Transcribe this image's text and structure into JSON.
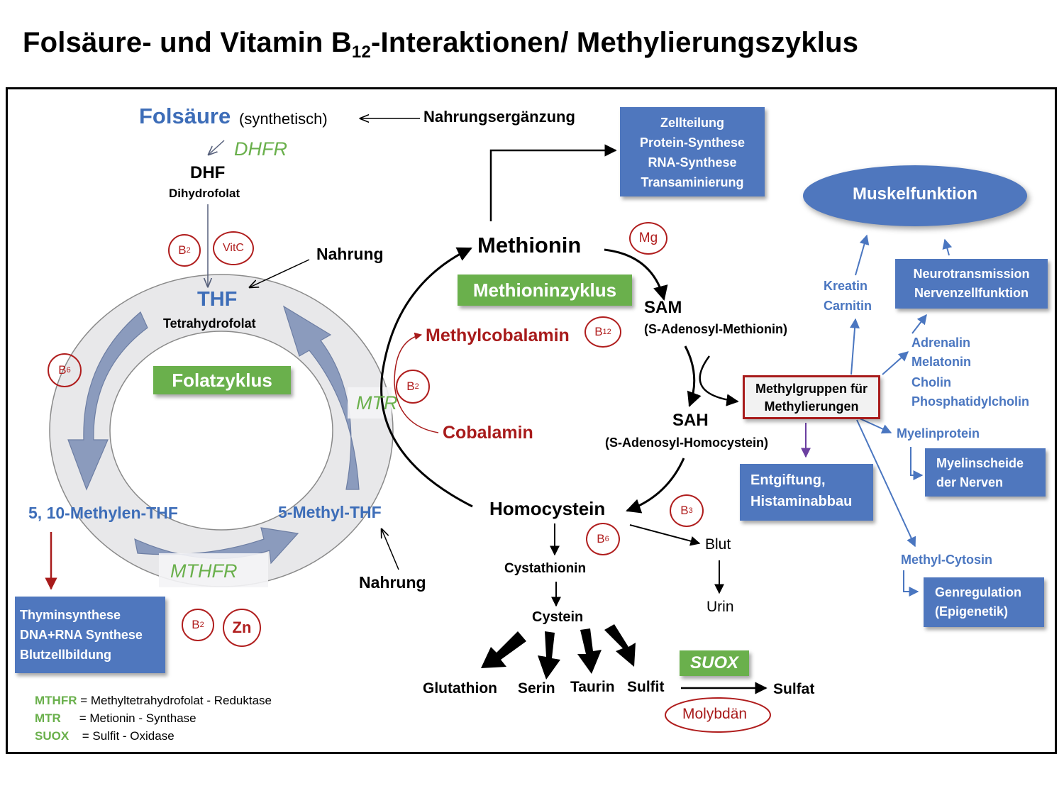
{
  "title": {
    "main": "Folsäure- und Vitamin B",
    "sub": "12",
    "rest": "-Interaktionen/ Methylierungszyklus"
  },
  "folate": {
    "folsaeure": "Folsäure",
    "synthetisch": "(synthetisch)",
    "nahrungsergaenzung": "Nahrungsergänzung",
    "dhfr": "DHFR",
    "dhf": "DHF",
    "dhf_full": "Dihydrofolat",
    "thf": "THF",
    "thf_full": "Tetrahydrofolat",
    "nahrung_top": "Nahrung",
    "cycle_label": "Folatzyklus",
    "methylen_thf": "5, 10-Methylen-THF",
    "methyl_thf": "5-Methyl-THF",
    "mthfr": "MTHFR",
    "mtr": "MTR",
    "nahrung_bottom": "Nahrung"
  },
  "cofactors": {
    "b2_a": {
      "base": "B",
      "sub": "2"
    },
    "vitc": "VitC",
    "b6_a": {
      "base": "B",
      "sub": "6"
    },
    "b2_b": {
      "base": "B",
      "sub": "2"
    },
    "b2_c": {
      "base": "B",
      "sub": "2"
    },
    "zn": "Zn",
    "mg": "Mg",
    "b12": {
      "base": "B",
      "sub": "12"
    },
    "b3": {
      "base": "B",
      "sub": "3"
    },
    "b6_b": {
      "base": "B",
      "sub": "6"
    },
    "molybdaen": "Molybdän"
  },
  "boxes": {
    "zellteilung": [
      "Zellteilung",
      "Protein-Synthese",
      "RNA-Synthese",
      "Transaminierung"
    ],
    "thymin": [
      "Thyminsynthese",
      "DNA+RNA Synthese",
      "Blutzellbildung"
    ],
    "entgiftung": [
      "Entgiftung,",
      "Histaminabbau"
    ],
    "methylgruppen": [
      "Methylgruppen für",
      "Methylierungen"
    ],
    "neuro": [
      "Neurotransmission",
      "Nervenzellfunktion"
    ],
    "myelinscheide": [
      "Myelinscheide",
      "der Nerven"
    ],
    "genregulation": [
      "Genregulation",
      "(Epigenetik)"
    ],
    "muskelfunktion": "Muskelfunktion"
  },
  "methionine": {
    "methionin": "Methionin",
    "cycle_label": "Methioninzyklus",
    "methylcobalamin": "Methylcobalamin",
    "cobalamin": "Cobalamin",
    "sam": "SAM",
    "sam_full": "(S-Adenosyl-Methionin)",
    "sah": "SAH",
    "sah_full": "(S-Adenosyl-Homocystein)",
    "homocystein": "Homocystein",
    "cystathionin": "Cystathionin",
    "cystein": "Cystein",
    "glutathion": "Glutathion",
    "serin": "Serin",
    "taurin": "Taurin",
    "sulfit": "Sulfit",
    "sulfat": "Sulfat",
    "suox": "SUOX",
    "blut": "Blut",
    "urin": "Urin"
  },
  "methylation": {
    "kreatin": "Kreatin",
    "carnitin": "Carnitin",
    "adrenalin": "Adrenalin",
    "melatonin": "Melatonin",
    "cholin": "Cholin",
    "phosphatidylcholin": "Phosphatidylcholin",
    "myelinprotein": "Myelinprotein",
    "methyl_cytosin": "Methyl-Cytosin"
  },
  "legend": [
    {
      "abbr": "MTHFR",
      "text": "= Methyltetrahydrofolat - Reduktase"
    },
    {
      "abbr": "MTR",
      "text": "= Metionin - Synthase"
    },
    {
      "abbr": "SUOX",
      "text": "= Sulfit - Oxidase"
    }
  ],
  "colors": {
    "blue_box": "#4f77be",
    "green_box": "#6ab04c",
    "red": "#a81b1b",
    "text_blue": "#3d6db8"
  }
}
